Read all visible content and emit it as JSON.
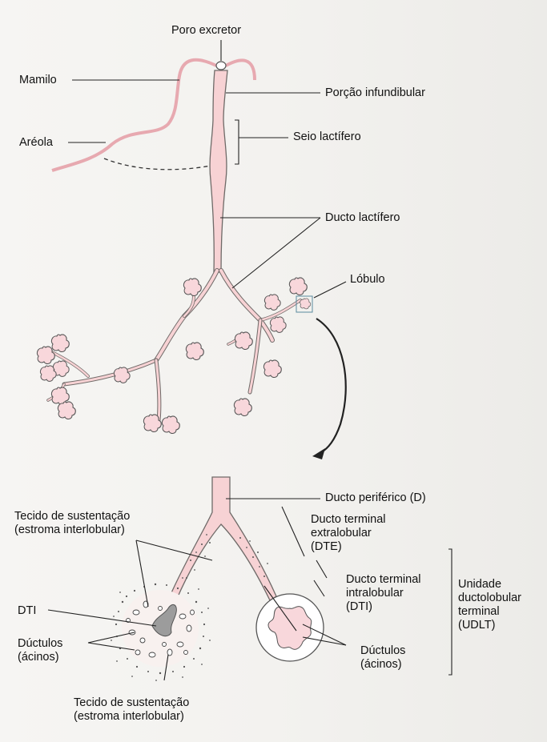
{
  "labels": {
    "poro_excretor": "Poro excretor",
    "mamilo": "Mamilo",
    "porcao_infundibular": "Porção infundibular",
    "areola": "Aréola",
    "seio_lactifero": "Seio lactífero",
    "ducto_lactifero": "Ducto lactífero",
    "lobulo": "Lóbulo",
    "ducto_periferico": "Ducto periférico (D)",
    "tecido_top": [
      "Tecido de sustentação",
      "(estroma interlobular)"
    ],
    "dte": [
      "Ducto terminal",
      "extralobular",
      "(DTE)"
    ],
    "dti_right": [
      "Ducto terminal",
      "intralobular",
      "(DTI)"
    ],
    "udlt": [
      "Unidade",
      "ductolobular",
      "terminal",
      "(UDLT)"
    ],
    "dti_left": "DTI",
    "ductulos_left": [
      "Dúctulos",
      "(ácinos)"
    ],
    "ductulos_right": [
      "Dúctulos",
      "(ácinos)"
    ],
    "tecido_bottom": [
      "Tecido de sustentação",
      "(estroma interlobular)"
    ]
  },
  "colors": {
    "nipple": "#e7a9b0",
    "duct_fill": "#f7d2d4",
    "duct_stroke": "#6f6a68",
    "line": "#222222",
    "lobule_fill": "#f8d7db",
    "dti_fill": "#9c9c9c"
  }
}
